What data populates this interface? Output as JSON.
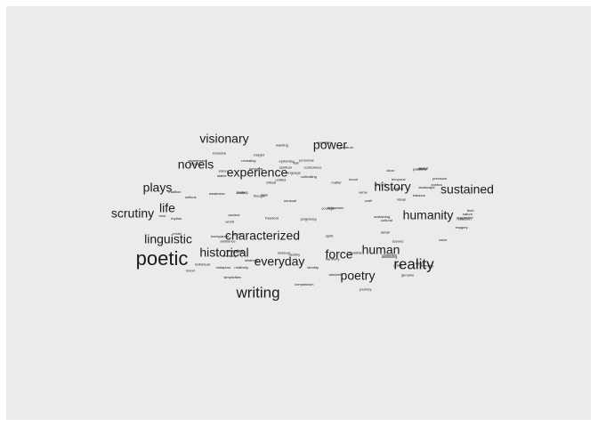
{
  "chart_data": {
    "type": "wordcloud",
    "title": "",
    "xlabel": "",
    "ylabel": "",
    "background_color": "#ebebeb",
    "text_color": "#1a1a1a",
    "words": [
      {
        "text": "poetic",
        "size": 22
      },
      {
        "text": "reality",
        "size": 17
      },
      {
        "text": "writing",
        "size": 17
      },
      {
        "text": "characterized",
        "size": 14
      },
      {
        "text": "historical",
        "size": 14
      },
      {
        "text": "everyday",
        "size": 14
      },
      {
        "text": "humanity",
        "size": 14
      },
      {
        "text": "human",
        "size": 14
      },
      {
        "text": "linguistic",
        "size": 14
      },
      {
        "text": "scrutiny",
        "size": 14
      },
      {
        "text": "experience",
        "size": 14
      },
      {
        "text": "sustained",
        "size": 14
      },
      {
        "text": "history",
        "size": 14
      },
      {
        "text": "novels",
        "size": 14
      },
      {
        "text": "visionary",
        "size": 14
      },
      {
        "text": "power",
        "size": 14
      },
      {
        "text": "plays",
        "size": 14
      },
      {
        "text": "force",
        "size": 14
      },
      {
        "text": "poetry",
        "size": 14
      },
      {
        "text": "life",
        "size": 14
      },
      {
        "text": "suggested",
        "size": 4
      },
      {
        "text": "sensual",
        "size": 4
      },
      {
        "text": "epitomize",
        "size": 4
      },
      {
        "text": "simplicities",
        "size": 4
      },
      {
        "text": "personae",
        "size": 4
      },
      {
        "text": "revealing",
        "size": 4
      },
      {
        "text": "matter",
        "size": 4
      },
      {
        "text": "individual",
        "size": 4
      },
      {
        "text": "unusual",
        "size": 4
      },
      {
        "text": "pursuing",
        "size": 4
      },
      {
        "text": "poetics",
        "size": 4
      },
      {
        "text": "assessing",
        "size": 4
      },
      {
        "text": "landscape",
        "size": 4
      },
      {
        "text": "vision",
        "size": 4
      },
      {
        "text": "precision",
        "size": 4
      },
      {
        "text": "unmanifest",
        "size": 4
      },
      {
        "text": "mood",
        "size": 4
      },
      {
        "text": "invisible",
        "size": 4
      },
      {
        "text": "transparent",
        "size": 4
      },
      {
        "text": "balance",
        "size": 4
      },
      {
        "text": "wanting",
        "size": 4
      },
      {
        "text": "detail",
        "size": 4
      },
      {
        "text": "outlook",
        "size": 4
      },
      {
        "text": "sense",
        "size": 4
      },
      {
        "text": "fellowmen",
        "size": 4
      },
      {
        "text": "modern",
        "size": 4
      },
      {
        "text": "inclusive",
        "size": 4
      },
      {
        "text": "ancient",
        "size": 4
      },
      {
        "text": "ambience",
        "size": 4
      },
      {
        "text": "invisibly",
        "size": 4
      },
      {
        "text": "relatively",
        "size": 4
      },
      {
        "text": "unlike",
        "size": 4
      },
      {
        "text": "drama",
        "size": 4
      },
      {
        "text": "clear",
        "size": 4
      },
      {
        "text": "stable",
        "size": 4
      },
      {
        "text": "trust",
        "size": 4
      },
      {
        "text": "ideas",
        "size": 4
      },
      {
        "text": "unified",
        "size": 4
      },
      {
        "text": "weakness",
        "size": 4
      },
      {
        "text": "mistress",
        "size": 4
      },
      {
        "text": "literature",
        "size": 4
      },
      {
        "text": "rulers",
        "size": 4
      },
      {
        "text": "scenes",
        "size": 4
      },
      {
        "text": "spirit",
        "size": 4
      },
      {
        "text": "sustaining",
        "size": 4
      },
      {
        "text": "thought",
        "size": 4
      },
      {
        "text": "resist",
        "size": 4
      },
      {
        "text": "genuine",
        "size": 4
      },
      {
        "text": "vitality",
        "size": 4
      },
      {
        "text": "moral",
        "size": 4
      },
      {
        "text": "cultivating",
        "size": 4
      },
      {
        "text": "cultural",
        "size": 4
      },
      {
        "text": "poignancy",
        "size": 4
      },
      {
        "text": "sharing",
        "size": 4
      },
      {
        "text": "flair",
        "size": 4
      },
      {
        "text": "critical",
        "size": 4
      },
      {
        "text": "verse",
        "size": 4
      },
      {
        "text": "mood",
        "size": 4
      },
      {
        "text": "existence",
        "size": 4
      },
      {
        "text": "reflection",
        "size": 4
      },
      {
        "text": "awareness",
        "size": 4
      },
      {
        "text": "imagery",
        "size": 4
      },
      {
        "text": "journey",
        "size": 4
      },
      {
        "text": "tradition",
        "size": 4
      },
      {
        "text": "destiny",
        "size": 4
      },
      {
        "text": "wisdom",
        "size": 4
      },
      {
        "text": "voice",
        "size": 4
      },
      {
        "text": "insight",
        "size": 4
      },
      {
        "text": "freedom",
        "size": 4
      },
      {
        "text": "memory",
        "size": 4
      },
      {
        "text": "grace",
        "size": 4
      },
      {
        "text": "courage",
        "size": 4
      },
      {
        "text": "passion",
        "size": 4
      },
      {
        "text": "nature",
        "size": 4
      },
      {
        "text": "conscience",
        "size": 4
      },
      {
        "text": "compassion",
        "size": 4
      },
      {
        "text": "society",
        "size": 4
      },
      {
        "text": "identity",
        "size": 4
      },
      {
        "text": "temporal",
        "size": 4
      },
      {
        "text": "metaphor",
        "size": 4
      },
      {
        "text": "language",
        "size": 4
      },
      {
        "text": "spiritual",
        "size": 4
      },
      {
        "text": "harmony",
        "size": 4
      },
      {
        "text": "truth",
        "size": 4
      },
      {
        "text": "beauty",
        "size": 4
      },
      {
        "text": "craft",
        "size": 4
      },
      {
        "text": "form",
        "size": 4
      },
      {
        "text": "rhythm",
        "size": 4
      },
      {
        "text": "narrative",
        "size": 4
      },
      {
        "text": "world",
        "size": 4
      }
    ]
  }
}
